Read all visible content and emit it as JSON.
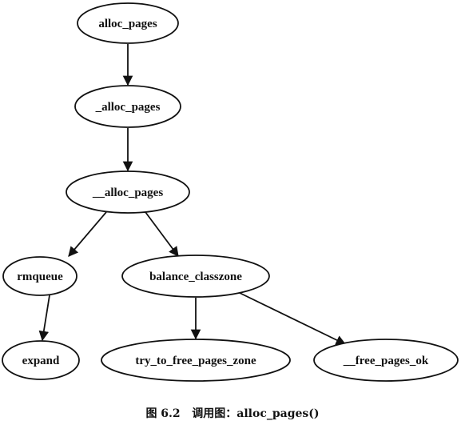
{
  "diagram": {
    "nodes": {
      "alloc_pages": "alloc_pages",
      "_alloc_pages": "_alloc_pages",
      "__alloc_pages": "__alloc_pages",
      "rmqueue": "rmqueue",
      "balance_classzone": "balance_classzone",
      "expand": "expand",
      "try_to_free_pages_zone": "try_to_free_pages_zone",
      "__free_pages_ok": "__free_pages_ok"
    },
    "edges": [
      [
        "alloc_pages",
        "_alloc_pages"
      ],
      [
        "_alloc_pages",
        "__alloc_pages"
      ],
      [
        "__alloc_pages",
        "rmqueue"
      ],
      [
        "__alloc_pages",
        "balance_classzone"
      ],
      [
        "rmqueue",
        "expand"
      ],
      [
        "balance_classzone",
        "try_to_free_pages_zone"
      ],
      [
        "balance_classzone",
        "__free_pages_ok"
      ]
    ]
  },
  "caption": "图 6.2   调用图：alloc_pages()"
}
